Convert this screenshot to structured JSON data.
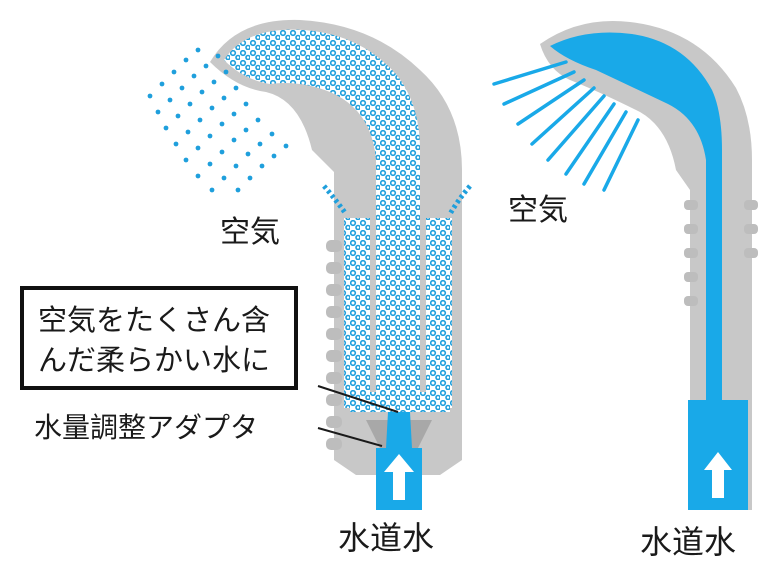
{
  "labels": {
    "air_left": "空気",
    "air_right": "空気",
    "callout_line1": "空気をたくさん含",
    "callout_line2": "んだ柔らかい水に",
    "adapter": "水量調整アダプタ",
    "tap_water_left": "水道水",
    "tap_water_right": "水道水"
  },
  "colors": {
    "body_gray": "#c8c8c8",
    "body_gray_dark": "#b4b4b4",
    "water_blue": "#19a9e8",
    "bubble_blue": "#1f9fdc",
    "text": "#1a1a1a"
  }
}
